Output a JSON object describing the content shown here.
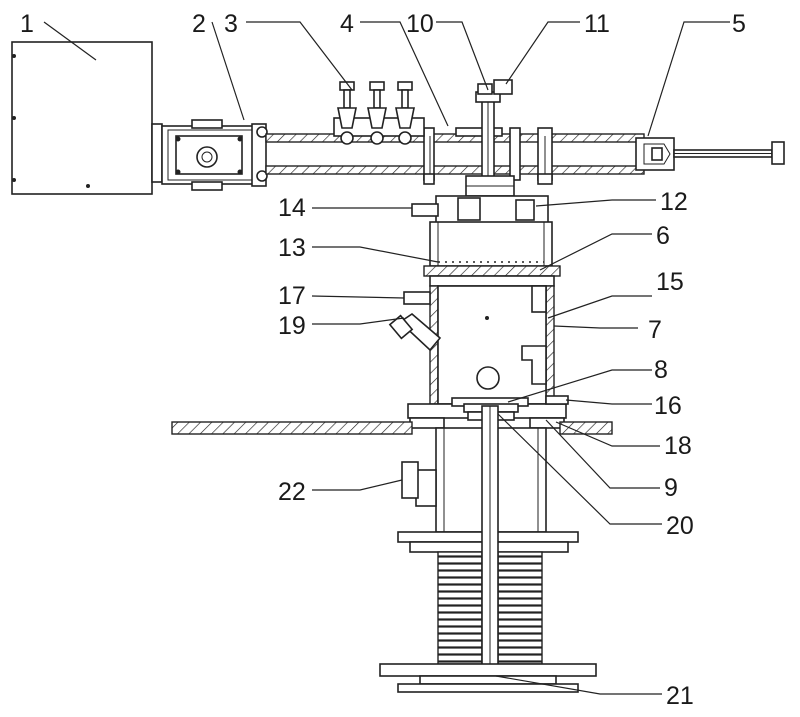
{
  "labels": {
    "n1": "1",
    "n2": "2",
    "n3": "3",
    "n4": "4",
    "n5": "5",
    "n6": "6",
    "n7": "7",
    "n8": "8",
    "n9": "9",
    "n10": "10",
    "n11": "11",
    "n12": "12",
    "n13": "13",
    "n14": "14",
    "n15": "15",
    "n16": "16",
    "n17": "17",
    "n18": "18",
    "n19": "19",
    "n20": "20",
    "n21": "21",
    "n22": "22"
  }
}
